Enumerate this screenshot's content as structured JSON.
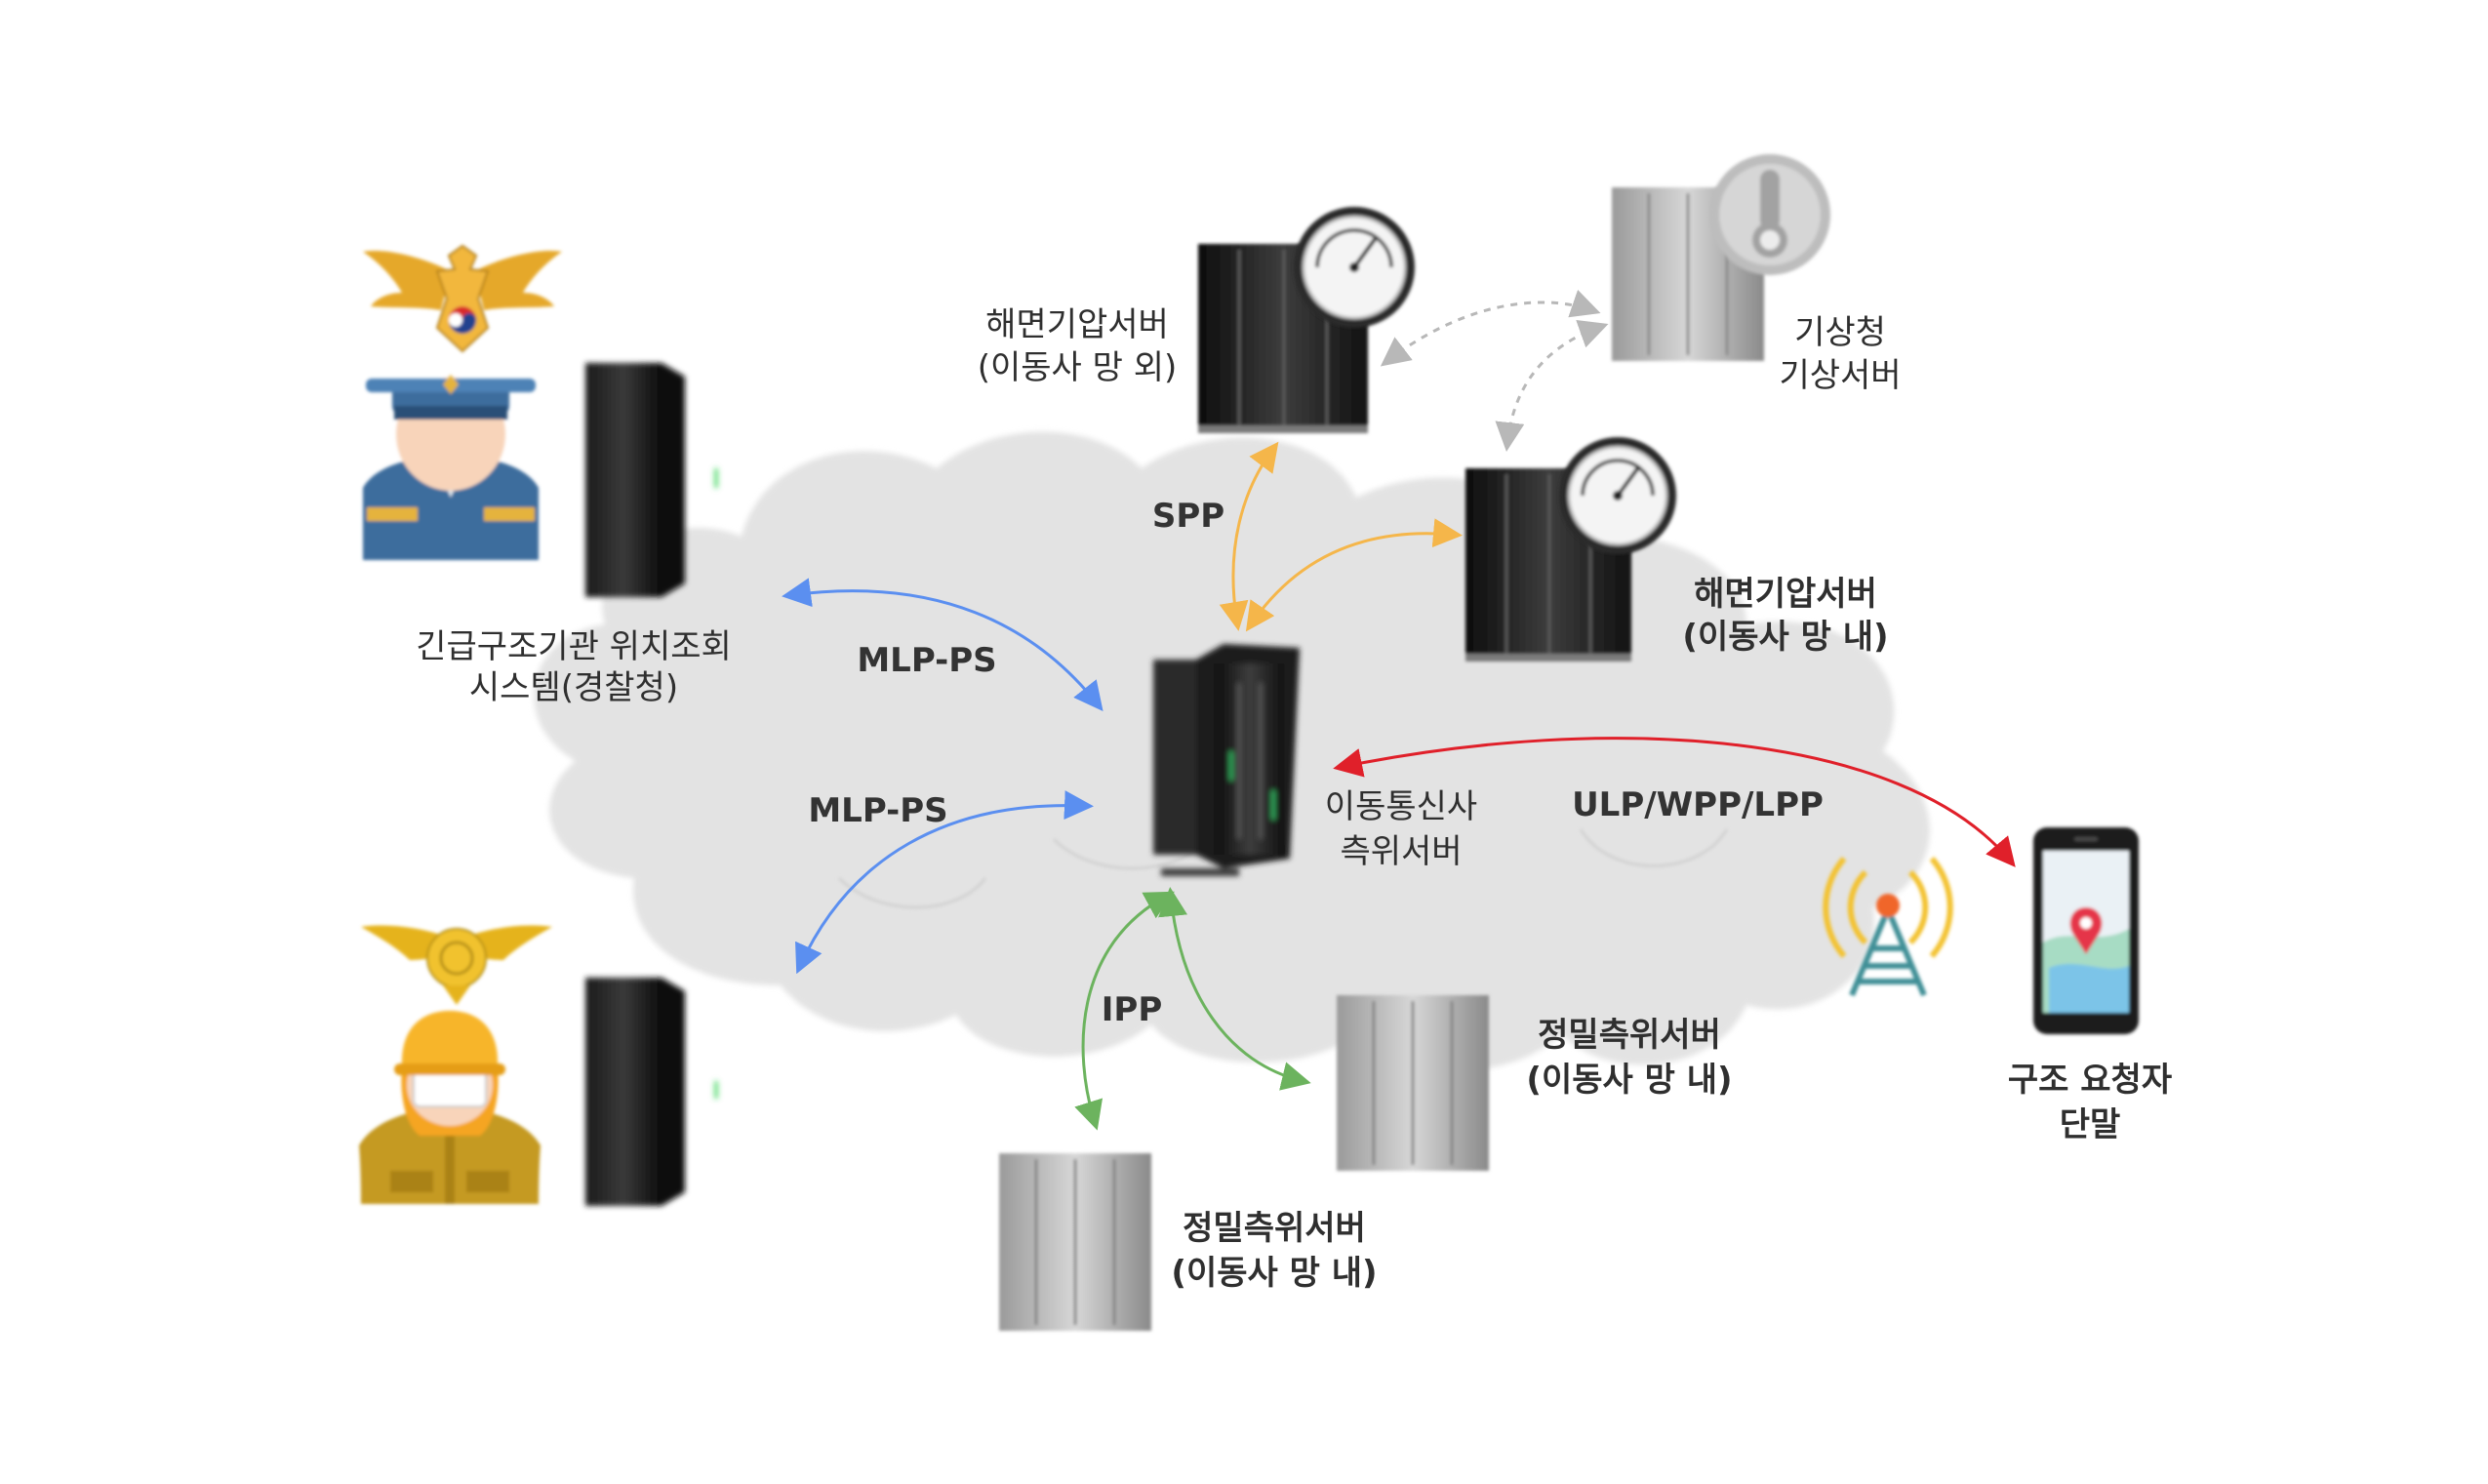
{
  "nodes": {
    "police_system": {
      "line1": "긴급구조기관 위치조회",
      "line2": "시스템(경찰청)"
    },
    "central_server": {
      "line1": "이동통신사",
      "line2": "측위서버"
    },
    "pressure_outside": {
      "line1": "해면기압서버",
      "line2": "(이동사 망 외)"
    },
    "pressure_inside": {
      "line1": "해면기압서버",
      "line2": "(이동사 망 내)"
    },
    "weather_server": {
      "line1": "기상청",
      "line2": "기상서버"
    },
    "precise_server_a": {
      "line1": "정밀측위서버",
      "line2": "(이동사 망 내)"
    },
    "precise_server_b": {
      "line1": "정밀측위서버",
      "line2": "(이동사 망 내)"
    },
    "terminal": {
      "line1": "구조 요청자",
      "line2": "단말"
    }
  },
  "protocols": {
    "mlp_police": "MLP-PS",
    "mlp_fire": "MLP-PS",
    "spp": "SPP",
    "ipp": "IPP",
    "ulp": "ULP/WPP/LPP"
  },
  "colors": {
    "mlp": "#5b8ff0",
    "spp": "#f5b64a",
    "ipp": "#6cb35e",
    "ulp": "#e0202a",
    "weather_link": "#b8b8b8",
    "cloud": "#e3e3e3"
  }
}
